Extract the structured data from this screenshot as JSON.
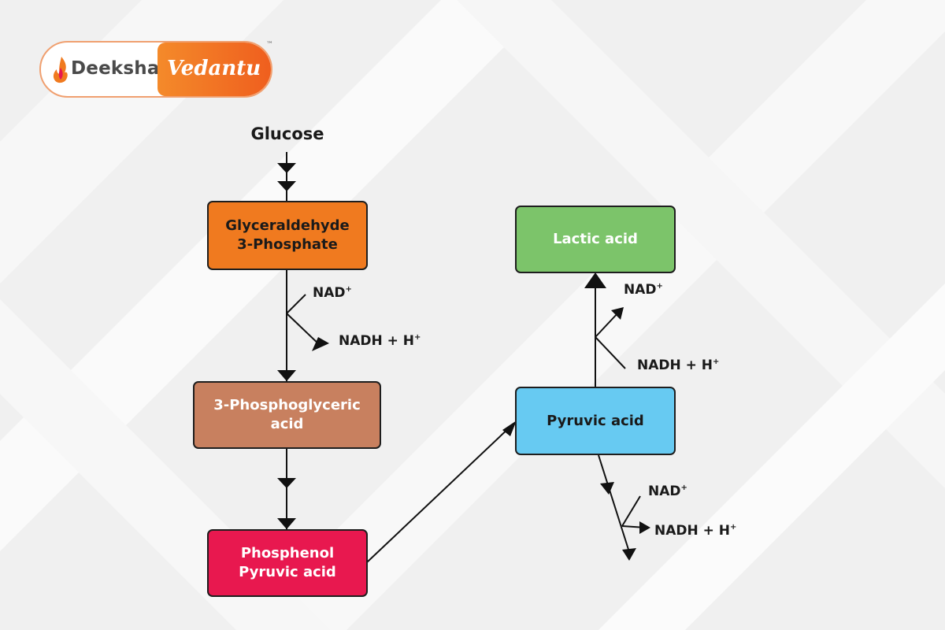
{
  "brand": {
    "name_left": "Deeksha",
    "name_right": "Vedantu",
    "trademark": "™"
  },
  "title": "Glucose",
  "boxes": {
    "g3p": {
      "label": "Glyceraldehyde\n3-Phosphate",
      "color": "#f07a1f",
      "text_color": "#1a1a1a"
    },
    "pga": {
      "label": "3-Phosphoglyceric\nacid",
      "color": "#c8805f",
      "text_color": "#ffffff"
    },
    "pep": {
      "label": "Phosphenol\nPyruvic acid",
      "color": "#e8184f",
      "text_color": "#ffffff"
    },
    "pyruvic": {
      "label": "Pyruvic acid",
      "color": "#67caf2",
      "text_color": "#1a1a1a"
    },
    "lactic": {
      "label": "Lactic acid",
      "color": "#7cc46a",
      "text_color": "#ffffff"
    }
  },
  "labels": {
    "nad1": {
      "base": "NAD",
      "sup": "+"
    },
    "nadh1": {
      "base": "NADH + H",
      "sup": "+"
    },
    "nad2": {
      "base": "NAD",
      "sup": "+"
    },
    "nadh2": {
      "base": "NADH + H",
      "sup": "+"
    },
    "nad3": {
      "base": "NAD",
      "sup": "+"
    },
    "nadh3": {
      "base": "NADH + H",
      "sup": "+"
    }
  }
}
